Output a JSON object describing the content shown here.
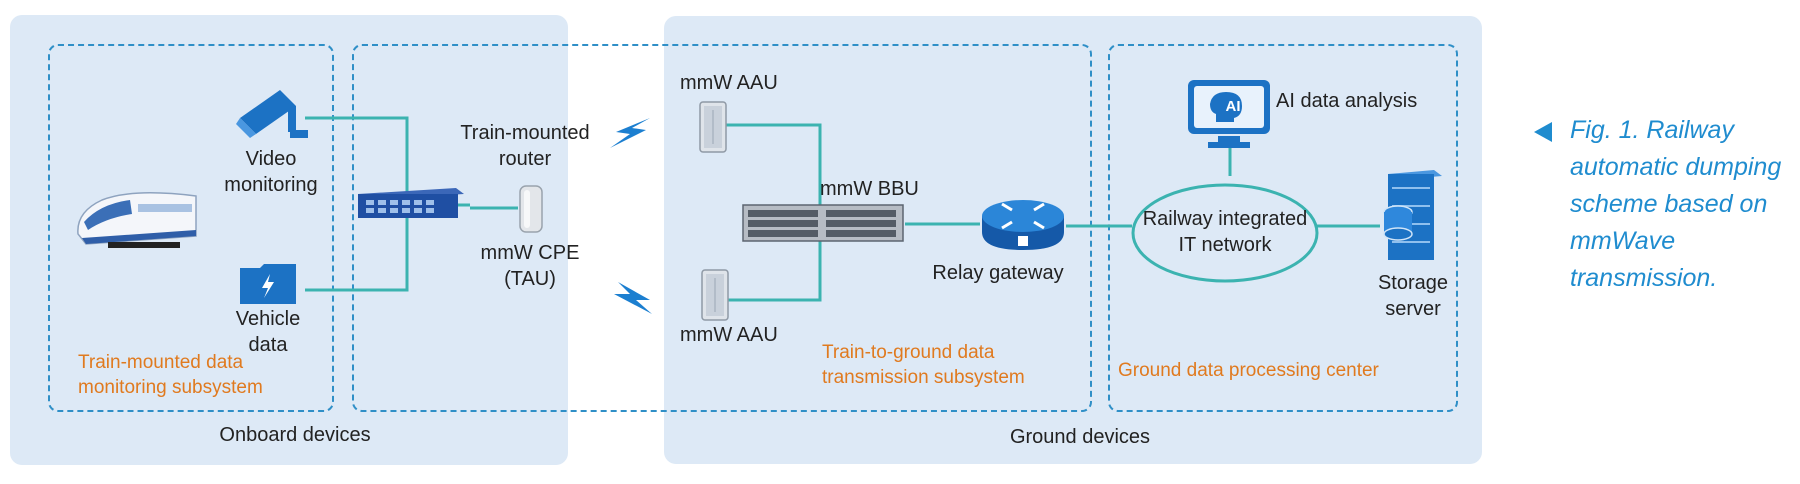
{
  "panels": {
    "onboard": "Onboard devices",
    "ground": "Ground devices"
  },
  "subsystems": {
    "monitoring": [
      "Train-mounted data",
      "monitoring subsystem"
    ],
    "transmission": [
      "Train-to-ground data",
      "transmission subsystem"
    ],
    "processing": "Ground data processing center"
  },
  "nodes": {
    "video": [
      "Video",
      "monitoring"
    ],
    "vehicle": [
      "Vehicle",
      "data"
    ],
    "router": [
      "Train-mounted",
      "router"
    ],
    "cpe": [
      "mmW CPE",
      "(TAU)"
    ],
    "aau_top": "mmW AAU",
    "aau_bottom": "mmW AAU",
    "bbu": "mmW BBU",
    "relay": "Relay gateway",
    "ai": "AI data analysis",
    "ai_badge": "AI",
    "network": [
      "Railway integrated",
      "IT network"
    ],
    "storage": [
      "Storage",
      "server"
    ]
  },
  "caption": [
    "Fig. 1. Railway",
    "automatic dumping",
    "scheme based on",
    "mmWave",
    "transmission."
  ],
  "colors": {
    "panel": "#dde9f6",
    "dash": "#2f8fc7",
    "link": "#3bb3b0",
    "subsystem_text": "#e07a1f",
    "caption": "#1f8ccf",
    "device_blue": "#1c72c4"
  }
}
